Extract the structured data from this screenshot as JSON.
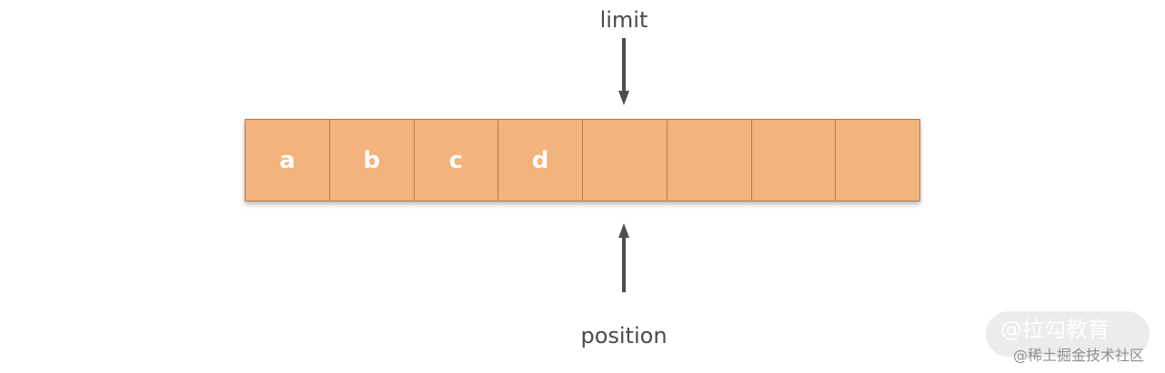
{
  "labels": {
    "limit": "limit",
    "position": "position"
  },
  "buffer": {
    "cells": [
      "a",
      "b",
      "c",
      "d",
      "",
      "",
      "",
      ""
    ]
  },
  "watermark": {
    "main": "@拉勾教育",
    "sub": "@稀土掘金技术社区"
  },
  "colors": {
    "cell_fill": "#f2b37c",
    "cell_border": "#b57a4d",
    "arrow": "#4d4d4d",
    "text": "#4a4a4a"
  }
}
